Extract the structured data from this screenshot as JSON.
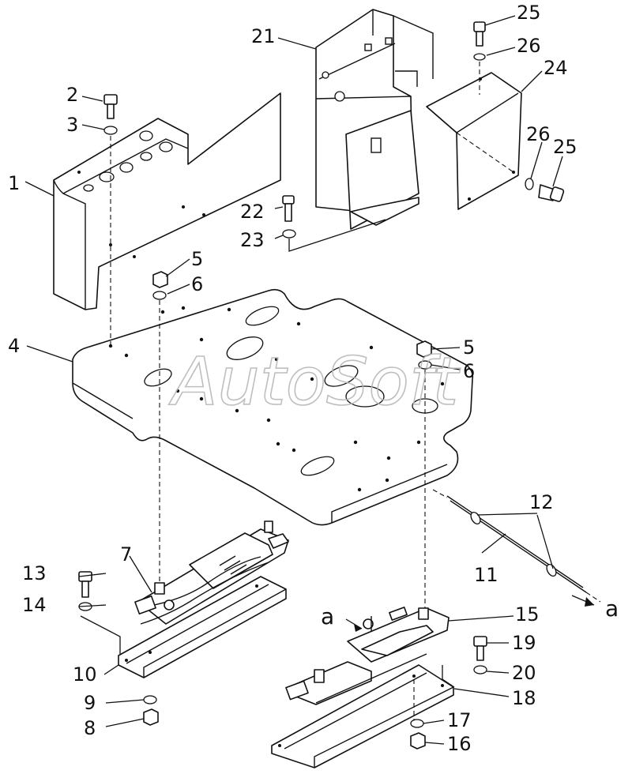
{
  "watermark": "AutoSoft",
  "callouts": [
    {
      "id": "c1",
      "text": "1"
    },
    {
      "id": "c2",
      "text": "2"
    },
    {
      "id": "c3",
      "text": "3"
    },
    {
      "id": "c4",
      "text": "4"
    },
    {
      "id": "c5a",
      "text": "5"
    },
    {
      "id": "c6a",
      "text": "6"
    },
    {
      "id": "c5b",
      "text": "5"
    },
    {
      "id": "c6b",
      "text": "6"
    },
    {
      "id": "c7",
      "text": "7"
    },
    {
      "id": "c8",
      "text": "8"
    },
    {
      "id": "c9",
      "text": "9"
    },
    {
      "id": "c10",
      "text": "10"
    },
    {
      "id": "c11",
      "text": "11"
    },
    {
      "id": "c12",
      "text": "12"
    },
    {
      "id": "c13",
      "text": "13"
    },
    {
      "id": "c14",
      "text": "14"
    },
    {
      "id": "c15",
      "text": "15"
    },
    {
      "id": "c16",
      "text": "16"
    },
    {
      "id": "c17",
      "text": "17"
    },
    {
      "id": "c18",
      "text": "18"
    },
    {
      "id": "c19",
      "text": "19"
    },
    {
      "id": "c20",
      "text": "20"
    },
    {
      "id": "c21",
      "text": "21"
    },
    {
      "id": "c22",
      "text": "22"
    },
    {
      "id": "c23",
      "text": "23"
    },
    {
      "id": "c24",
      "text": "24"
    },
    {
      "id": "c25a",
      "text": "25"
    },
    {
      "id": "c26a",
      "text": "26"
    },
    {
      "id": "c25b",
      "text": "25"
    },
    {
      "id": "c26b",
      "text": "26"
    },
    {
      "id": "ca1",
      "text": "a"
    },
    {
      "id": "ca2",
      "text": "a"
    }
  ]
}
